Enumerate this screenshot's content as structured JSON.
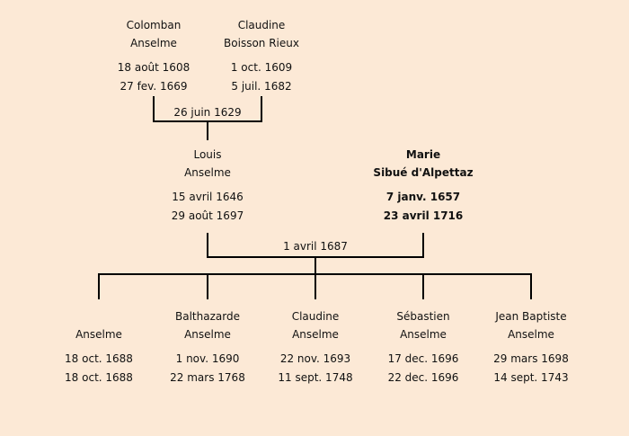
{
  "grandparents": [
    {
      "first": "Colomban",
      "last": "Anselme",
      "birth": "18 août 1608",
      "death": "27 fev. 1669"
    },
    {
      "first": "Claudine",
      "last": "Boisson Rieux",
      "birth": "1 oct. 1609",
      "death": "5 juil. 1682"
    }
  ],
  "grandparents_marriage": "26 juin 1629",
  "parents": [
    {
      "first": "Louis",
      "last": "Anselme",
      "birth": "15 avril 1646",
      "death": "29 août 1697"
    },
    {
      "first": "Marie",
      "last": "Sibué d'Alpettaz",
      "birth": "7 janv. 1657",
      "death": "23 avril 1716"
    }
  ],
  "parents_marriage": "1 avril 1687",
  "children": [
    {
      "first": "",
      "last": "Anselme",
      "birth": "18 oct. 1688",
      "death": "18 oct. 1688"
    },
    {
      "first": "Balthazarde",
      "last": "Anselme",
      "birth": "1 nov. 1690",
      "death": "22 mars 1768"
    },
    {
      "first": "Claudine",
      "last": "Anselme",
      "birth": "22 nov. 1693",
      "death": "11 sept. 1748"
    },
    {
      "first": "Sébastien",
      "last": "Anselme",
      "birth": "17 dec. 1696",
      "death": "22 dec. 1696"
    },
    {
      "first": "Jean Baptiste",
      "last": "Anselme",
      "birth": "29 mars 1698",
      "death": "14 sept. 1743"
    }
  ]
}
